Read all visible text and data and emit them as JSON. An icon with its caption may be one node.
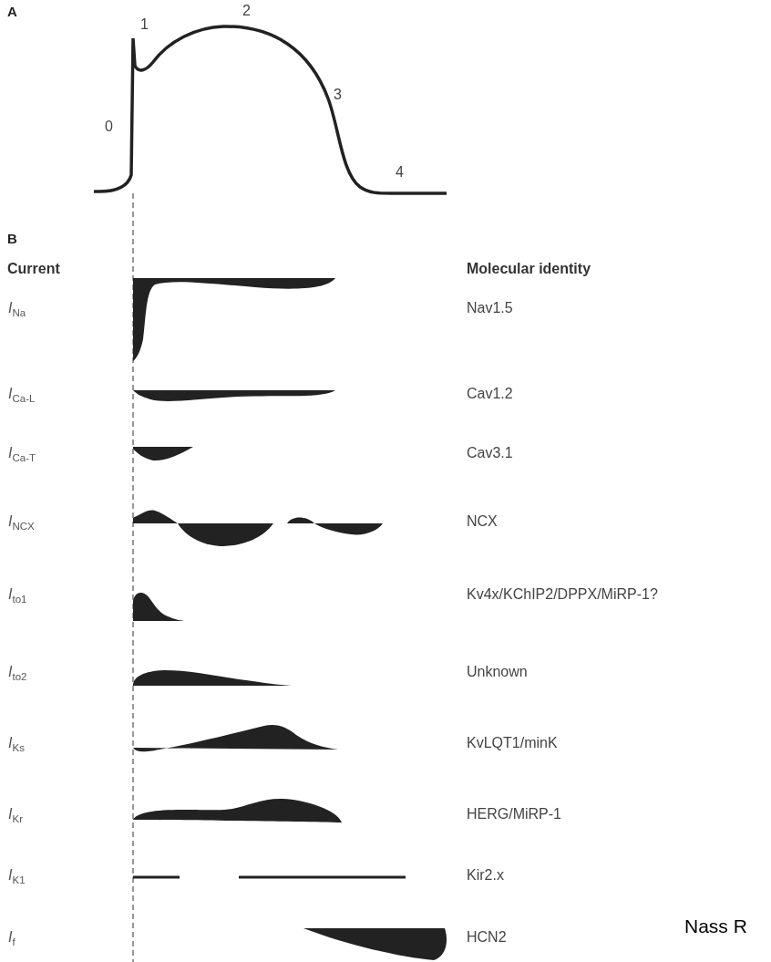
{
  "diagram": {
    "labels": [
      "A",
      "1",
      "2",
      "3",
      "0",
      "4",
      "B",
      "Current",
      "Molecular identity",
      "*I*$_{Na}$",
      "Nav1.5",
      "*I*$_{Ca-L}$",
      "Cav1.2",
      "*I*$_{Ca-T}$",
      "Cav3.1",
      "*I*$_{NCX}$",
      "NCX",
      "*I*$_{to1}$",
      "Kv4x/KChIP2/DPPX/MiRP-1?",
      "*I*$_{to2}$",
      "Unknown",
      "*I*$_{Ks}$",
      "KvLQT1/minK",
      "*I*$_{Kr}$",
      "HERG/MiRP-1",
      "*I*$_{K1}$",
      "Kir2.x",
      "Nass R",
      "*I*$_{f}$",
      "HCN2"
    ]
  }
}
